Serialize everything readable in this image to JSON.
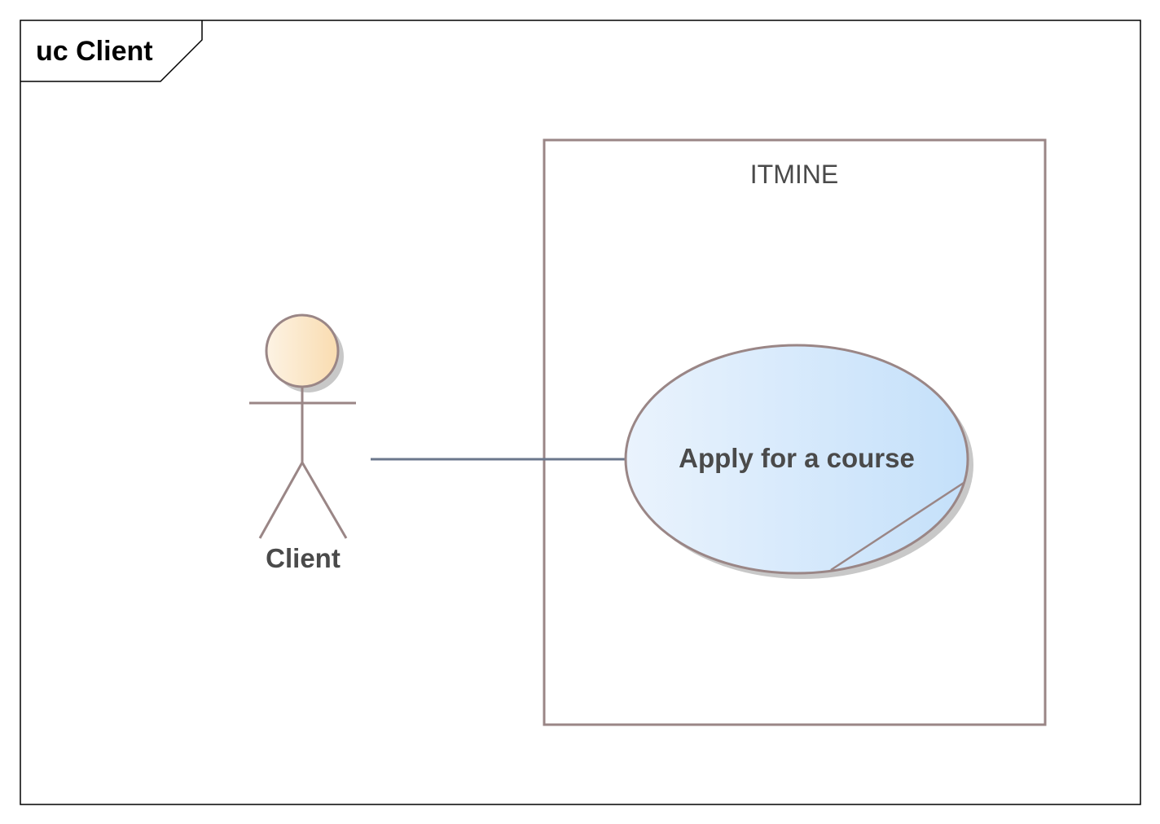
{
  "frame": {
    "title": "uc Client"
  },
  "system": {
    "name": "ITMINE"
  },
  "actor": {
    "name": "Client"
  },
  "use_case": {
    "name": "Apply for a course"
  },
  "colors": {
    "outline": "#9a8686",
    "association": "#6b778c",
    "actor_head_light": "#fdf3e4",
    "actor_head_dark": "#f9dcb0",
    "usecase_light": "#eaf3fd",
    "usecase_dark": "#c4e0fa",
    "shadow": "#c8c8c8"
  }
}
